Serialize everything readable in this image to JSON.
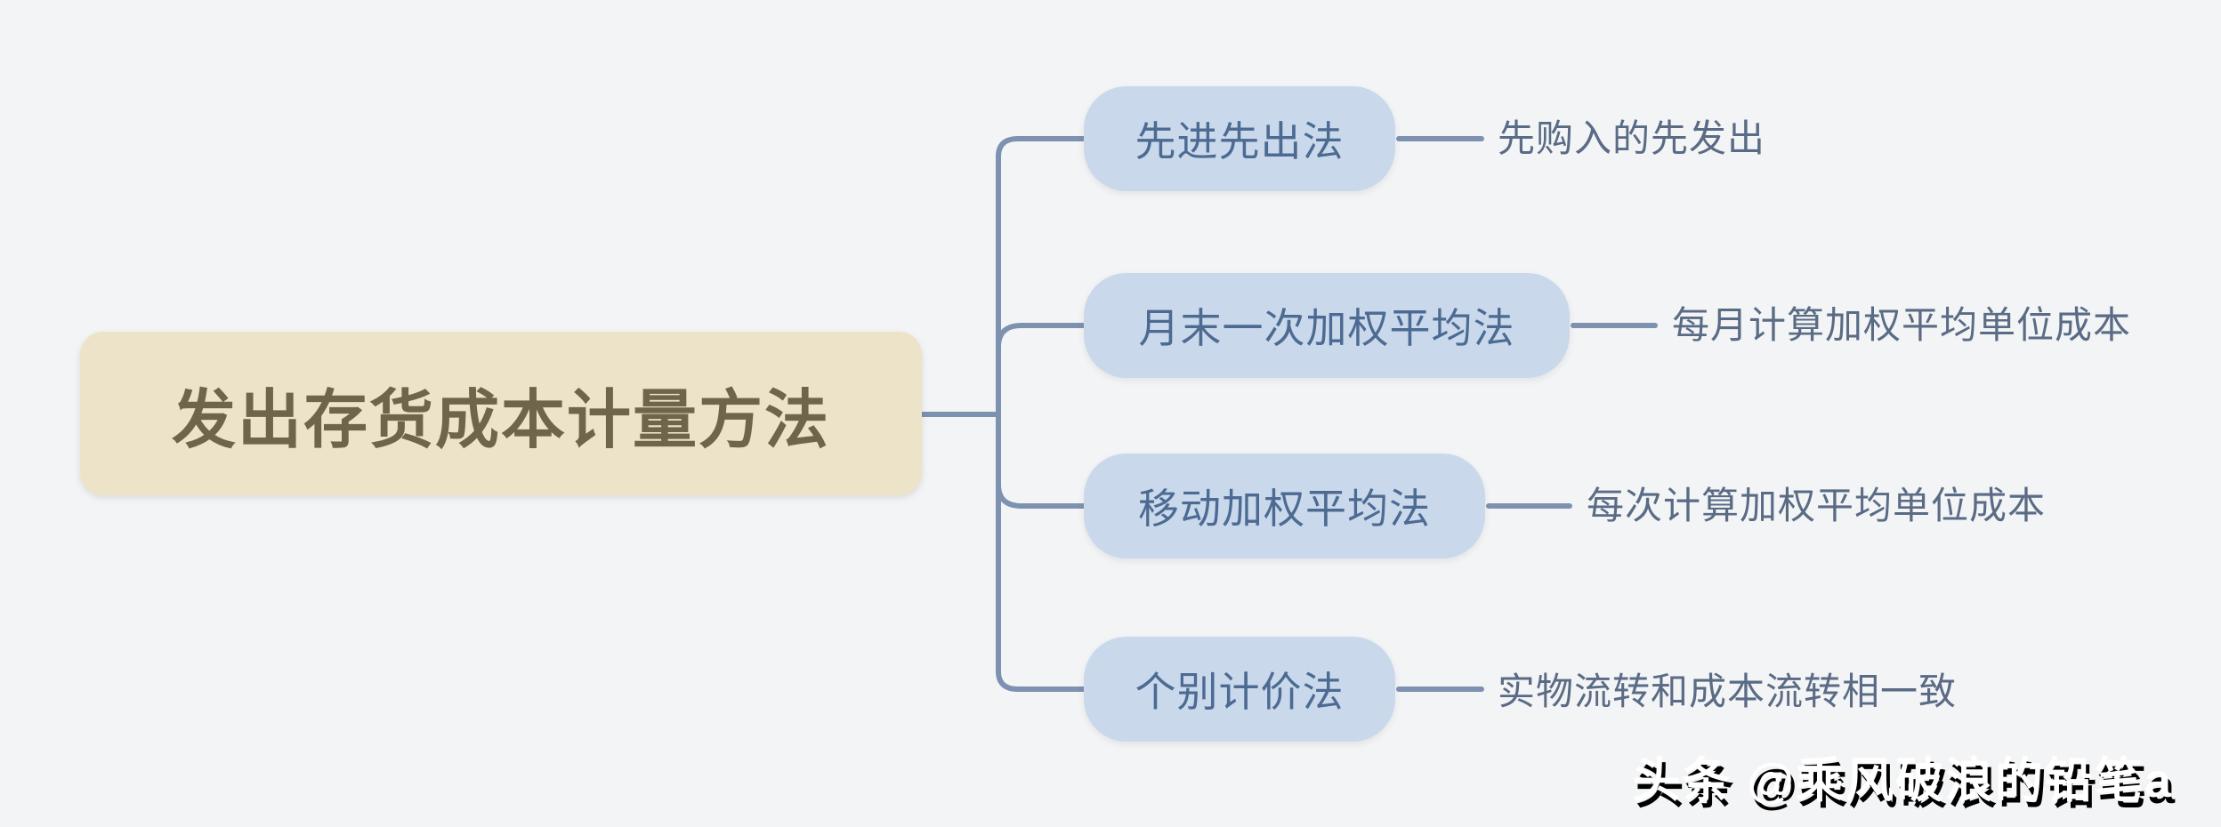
{
  "theme": {
    "background": "#f3f4f5",
    "root_fill": "#ece3c9",
    "root_text_color": "#6f654a",
    "branch_fill": "#c9d9eb",
    "branch_text_color": "#4c6a92",
    "leaf_text_color": "#5a6b85",
    "line_color": "#7d92b0",
    "watermark_color": "#ffffff",
    "watermark_shadow": "#000000"
  },
  "mindmap": {
    "root": {
      "label": "发出存货成本计量方法"
    },
    "branches": [
      {
        "label": "先进先出法",
        "note": "先购入的先发出"
      },
      {
        "label": "月末一次加权平均法",
        "note": "每月计算加权平均单位成本"
      },
      {
        "label": "移动加权平均法",
        "note": "每次计算加权平均单位成本"
      },
      {
        "label": "个别计价法",
        "note": "实物流转和成本流转相一致"
      }
    ]
  },
  "watermark": {
    "text": "头条 @乘风破浪的铅笔a"
  }
}
